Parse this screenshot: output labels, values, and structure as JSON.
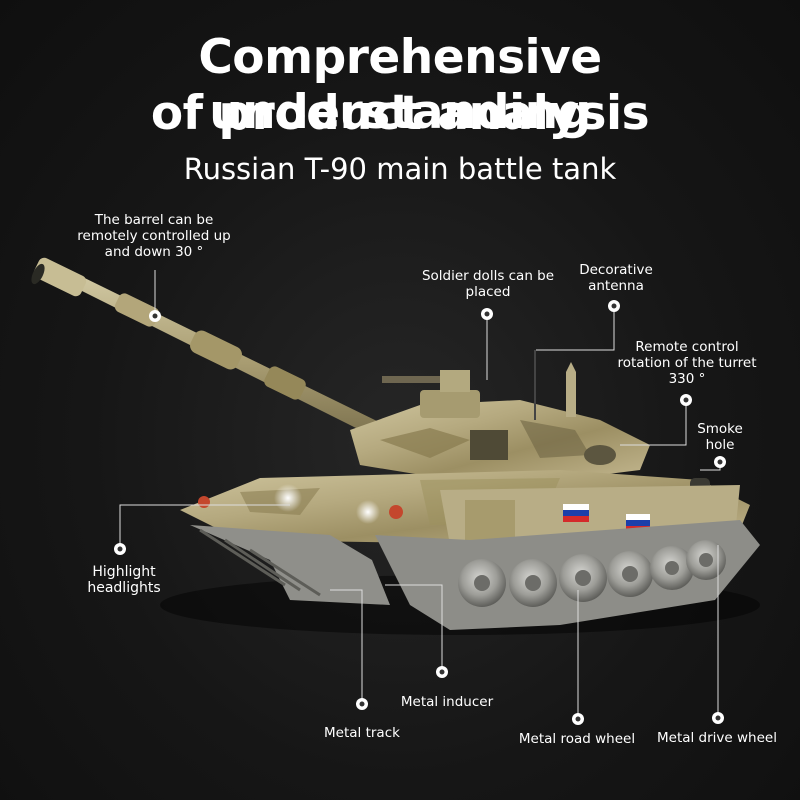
{
  "heading": {
    "line1": "Comprehensive understanding",
    "line2": "of product analysis",
    "subtitle": "Russian T-90 main battle tank"
  },
  "callouts": {
    "barrel": [
      "The barrel can be",
      "remotely controlled up",
      "and down 30 °"
    ],
    "soldier": [
      "Soldier dolls can be",
      "placed"
    ],
    "antenna": [
      "Decorative",
      "antenna"
    ],
    "turret": [
      "Remote control",
      "rotation of the turret",
      "330 °"
    ],
    "smoke": [
      "Smoke",
      "hole"
    ],
    "headlights": [
      "Highlight",
      "headlights"
    ],
    "inducer": "Metal inducer",
    "track": "Metal track",
    "road_wheel": "Metal road wheel",
    "drive_wheel": "Metal drive wheel"
  },
  "colors": {
    "background": "#141414",
    "text": "#ffffff",
    "camo_base": "#b8ad86",
    "camo_dark": "#8a7d55",
    "wheel_metal": "#9a9a96"
  }
}
